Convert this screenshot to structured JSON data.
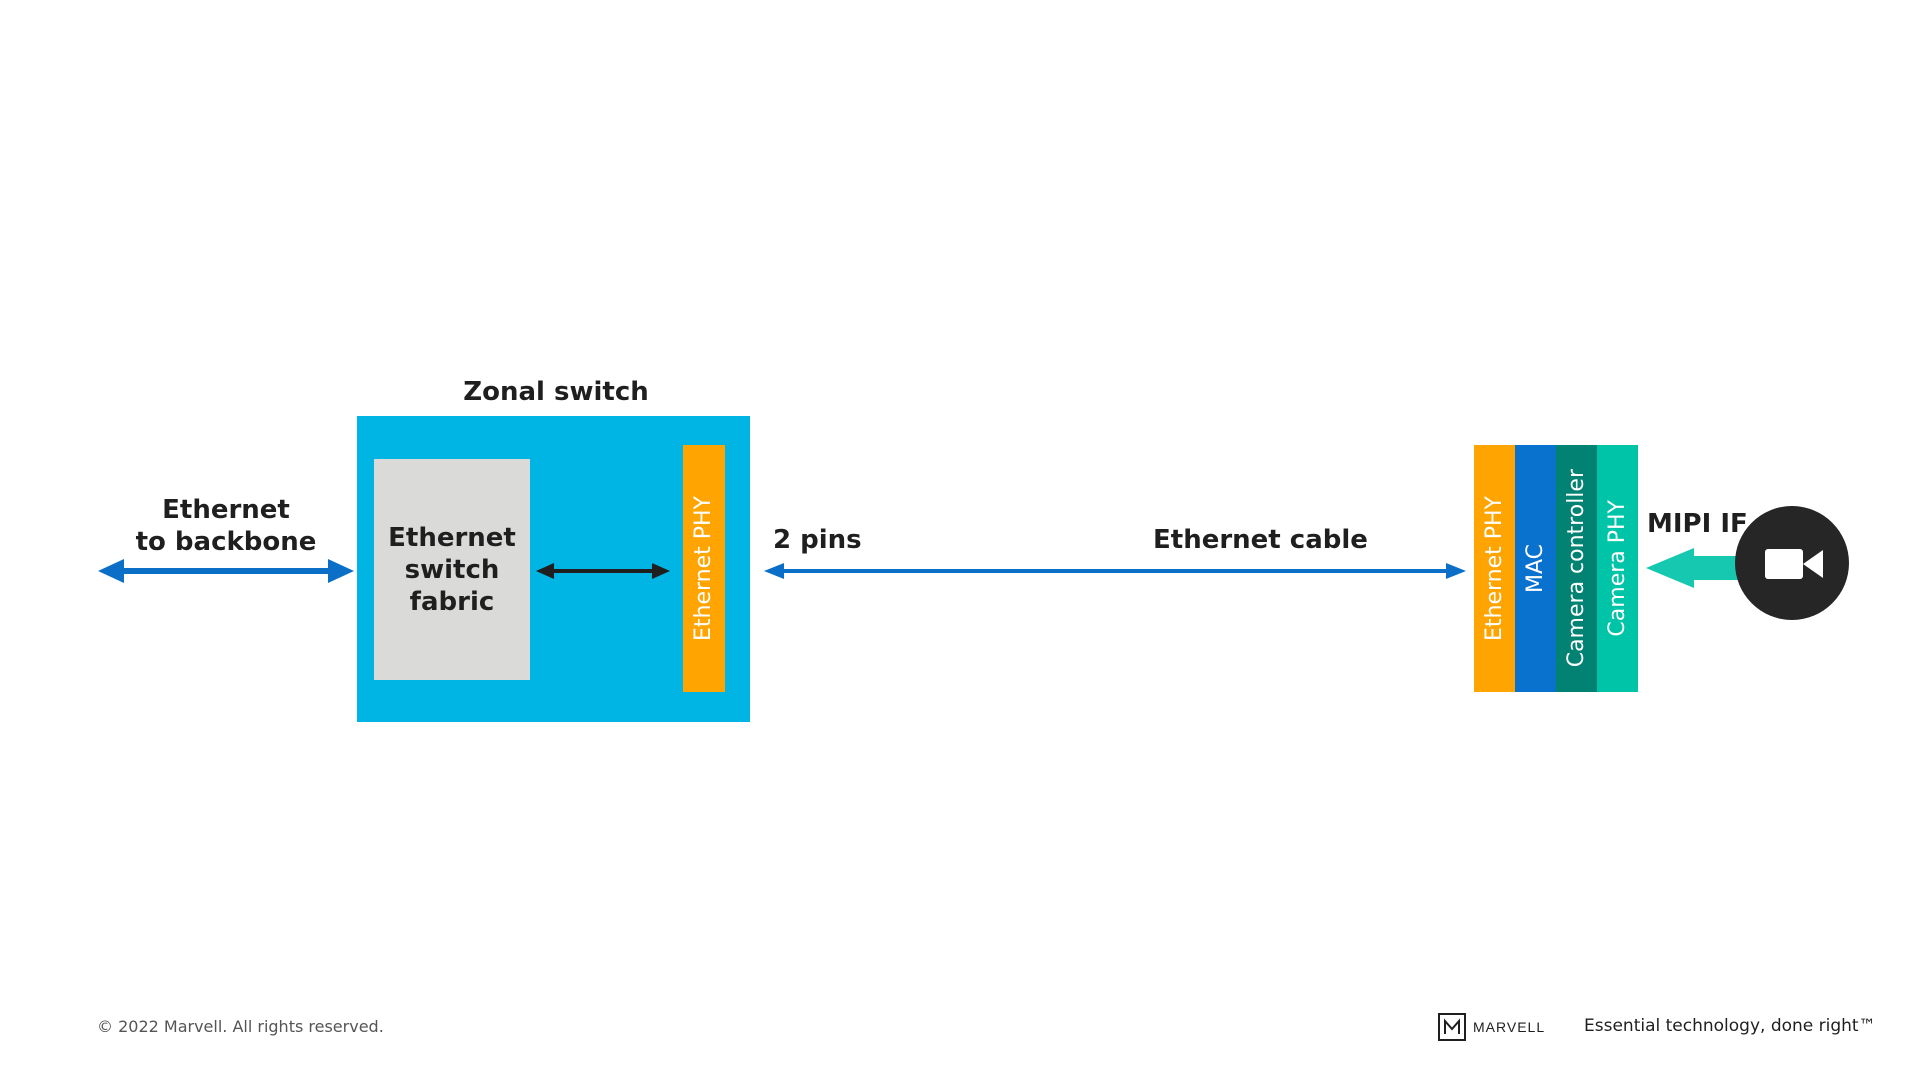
{
  "zonal_switch": {
    "title": "Zonal switch",
    "fabric_label_lines": [
      "Ethernet",
      "switch",
      "fabric"
    ],
    "phy_label": "Ethernet PHY"
  },
  "backbone": {
    "label_lines": [
      "Ethernet",
      "to backbone"
    ]
  },
  "link": {
    "pins_label": "2 pins",
    "cable_label": "Ethernet cable"
  },
  "camera_module": {
    "layers": [
      {
        "label": "Ethernet PHY"
      },
      {
        "label": "MAC"
      },
      {
        "label": "Camera controller"
      },
      {
        "label": "Camera PHY"
      }
    ],
    "interface_label": "MIPI IF",
    "icon": "video-camera-icon"
  },
  "footer": {
    "copyright": "© 2022 Marvell. All rights reserved.",
    "brand_wordmark": "MARVELL",
    "tagline": "Essential technology, done right™"
  },
  "colors": {
    "zonal_box": "#00b4e3",
    "fabric_box": "#dadad8",
    "phy_orange": "#ffa400",
    "mac_blue": "#0971ce",
    "controller_teal": "#028272",
    "camera_phy_green": "#00c4a8",
    "arrow_blue": "#0b6fc7",
    "arrow_dark": "#1f1f1f",
    "mipi_arrow": "#16c8b0",
    "camera_icon_bg": "#262626"
  }
}
